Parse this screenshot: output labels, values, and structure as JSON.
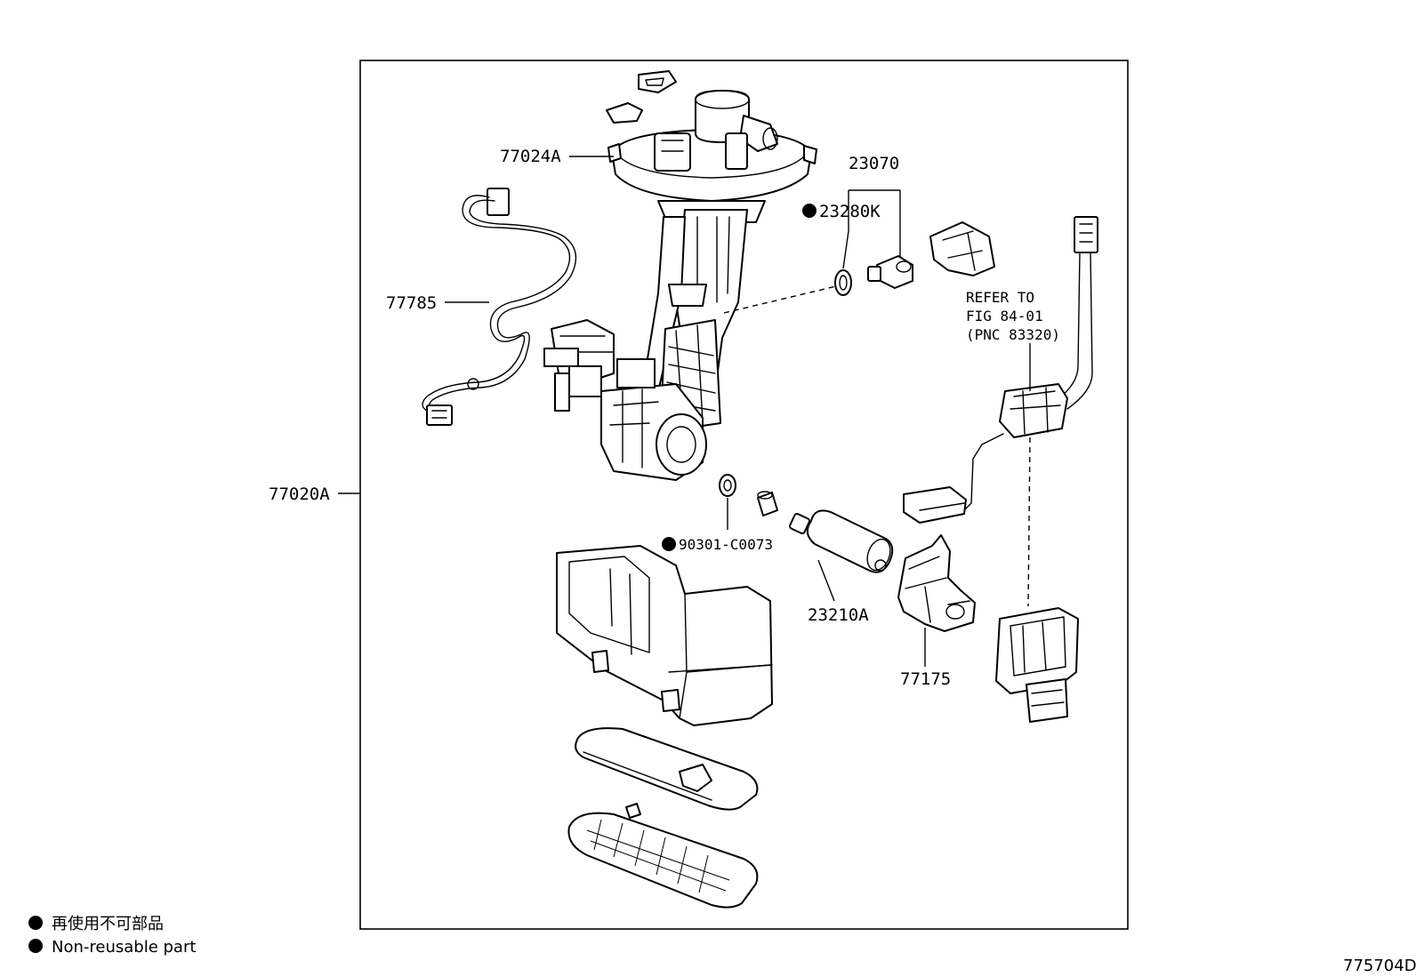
{
  "callouts": {
    "assembly": "77020A",
    "flange": "77024A",
    "wire_harness": "77785",
    "regulator_set": "23070",
    "o_ring_regulator": "23280K",
    "o_ring_pump": "90301-C0073",
    "fuel_pump": "23210A",
    "suction_bracket": "77175"
  },
  "reference_note": {
    "line1": "REFER TO",
    "line2": "FIG 84-01",
    "line3": "(PNC 83320)"
  },
  "legend": {
    "japanese": "再使用不可部品",
    "english": "Non-reusable part"
  },
  "figure_id": "775704D"
}
